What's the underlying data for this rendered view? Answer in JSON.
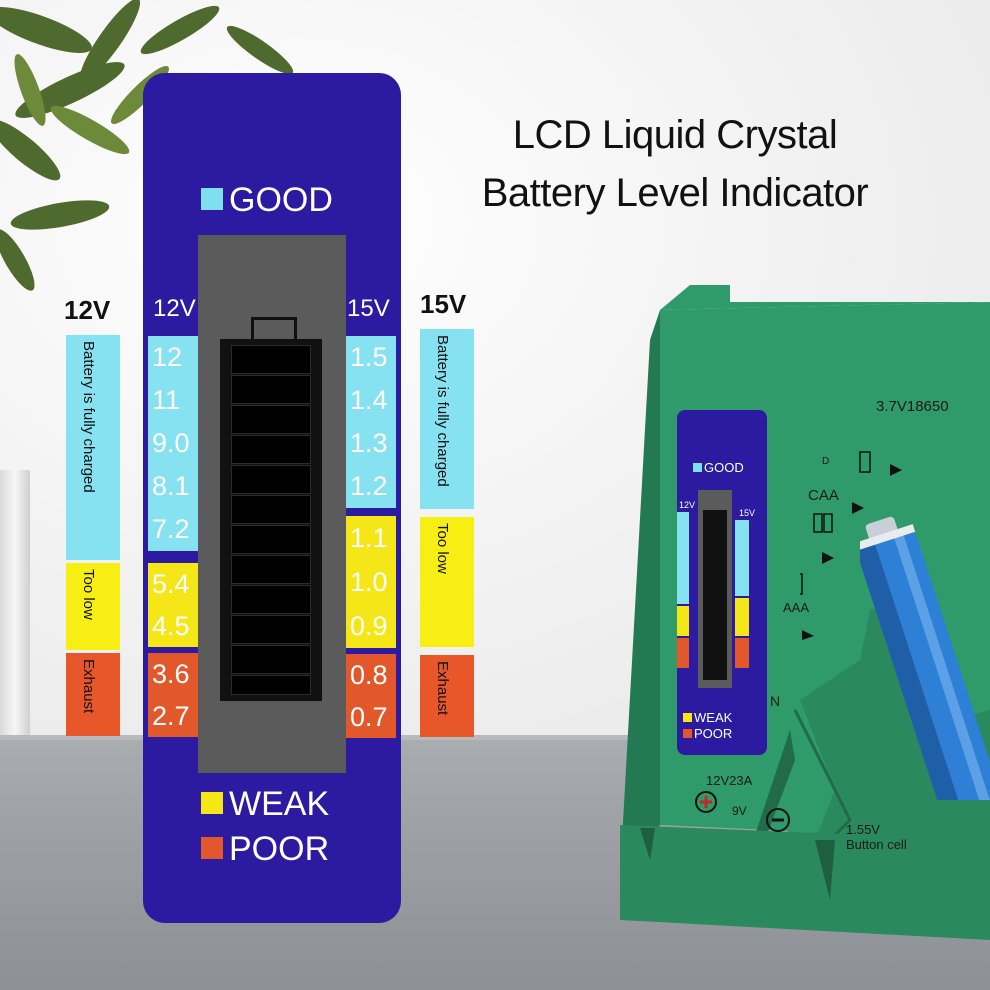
{
  "headline": {
    "line1": "LCD Liquid Crystal",
    "line2": "Battery Level Indicator"
  },
  "panel": {
    "good_label": "GOOD",
    "weak_label": "WEAK",
    "poor_label": "POOR",
    "col_12v": "12V",
    "col_15v": "15V",
    "scale_12v": [
      "12",
      "11",
      "9.0",
      "8.1",
      "7.2",
      "5.4",
      "4.5",
      "3.6",
      "2.7"
    ],
    "scale_15v": [
      "1.5",
      "1.4",
      "1.3",
      "1.2",
      "1.1",
      "1.0",
      "0.9",
      "0.8",
      "0.7"
    ]
  },
  "side_left": {
    "header": "12V",
    "charged": "Battery is fully charged",
    "low": "Too low",
    "exhaust": "Exhaust"
  },
  "side_right": {
    "header": "15V",
    "charged": "Battery is fully charged",
    "low": "Too low",
    "exhaust": "Exhaust"
  },
  "device": {
    "label_18650": "3.7V18650",
    "label_d": "D",
    "label_caa": "CAA",
    "label_aaa": "AAA",
    "label_n": "N",
    "label_12v23a": "12V23A",
    "label_9v": "9V",
    "label_155v": "1.55V",
    "label_button": "Button cell",
    "mini_good": "GOOD",
    "mini_weak": "WEAK",
    "mini_poor": "POOR",
    "mini_12v": "12V",
    "mini_15v": "15V"
  },
  "colors": {
    "panel": "#2c1aa0",
    "good": "#7ee0ee",
    "weak": "#f5e617",
    "poor": "#e2582a",
    "device": "#2f9a6a"
  }
}
